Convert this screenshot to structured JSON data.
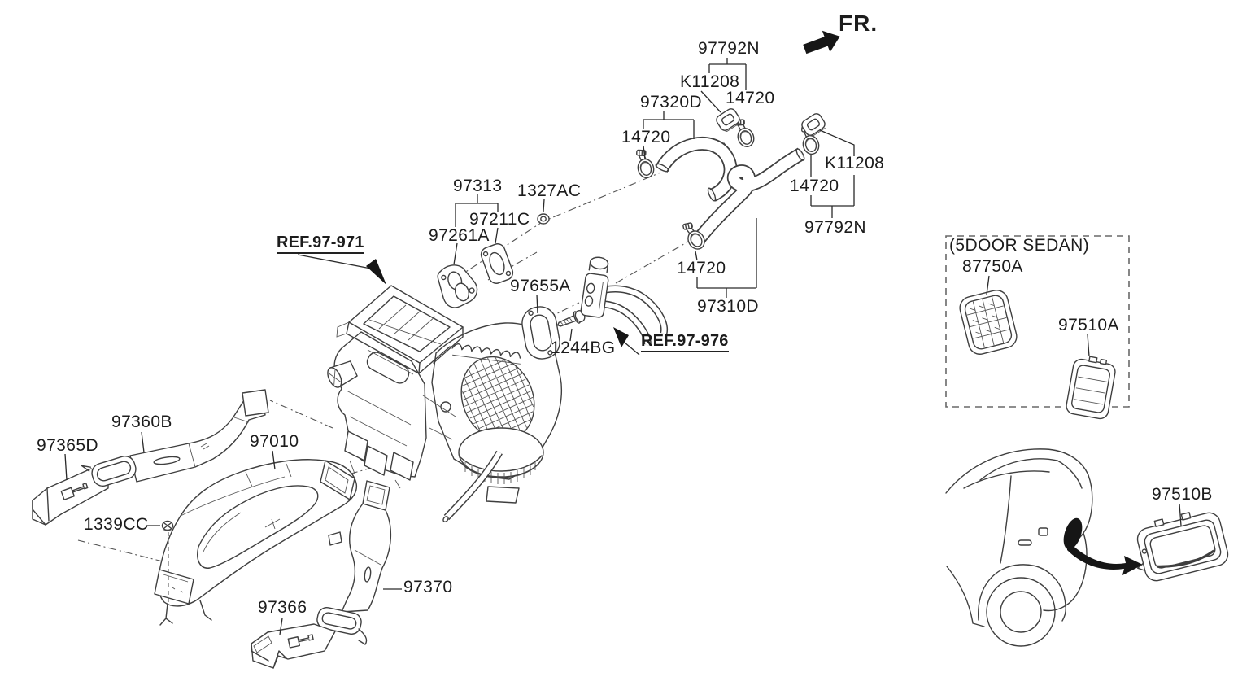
{
  "colors": {
    "background": "#ffffff",
    "line_art": "#3f3f3f",
    "text": "#1c1c1c",
    "solid_black": "#161616"
  },
  "direction": {
    "fr": "FR."
  },
  "references": {
    "ref_971": "REF.97-971",
    "ref_976": "REF.97-976"
  },
  "variant_box": {
    "title": "(5DOOR SEDAN)"
  },
  "parts": {
    "p97792n_top": "97792N",
    "k11208_top": "K11208",
    "p14720_top": "14720",
    "p97320d": "97320D",
    "p14720_left": "14720",
    "k11208_right": "K11208",
    "p14720_right": "14720",
    "p97792n_right": "97792N",
    "p14720_mid": "14720",
    "p97310d": "97310D",
    "p97313": "97313",
    "p1327ac": "1327AC",
    "p97211c": "97211C",
    "p97261a": "97261A",
    "p97655a": "97655A",
    "p1244bg": "1244BG",
    "p87750a": "87750A",
    "p97510a": "97510A",
    "p97510b": "97510B",
    "p97360b": "97360B",
    "p97365d": "97365D",
    "p97010": "97010",
    "p1339cc": "1339CC",
    "p97366": "97366",
    "p97370": "97370"
  }
}
